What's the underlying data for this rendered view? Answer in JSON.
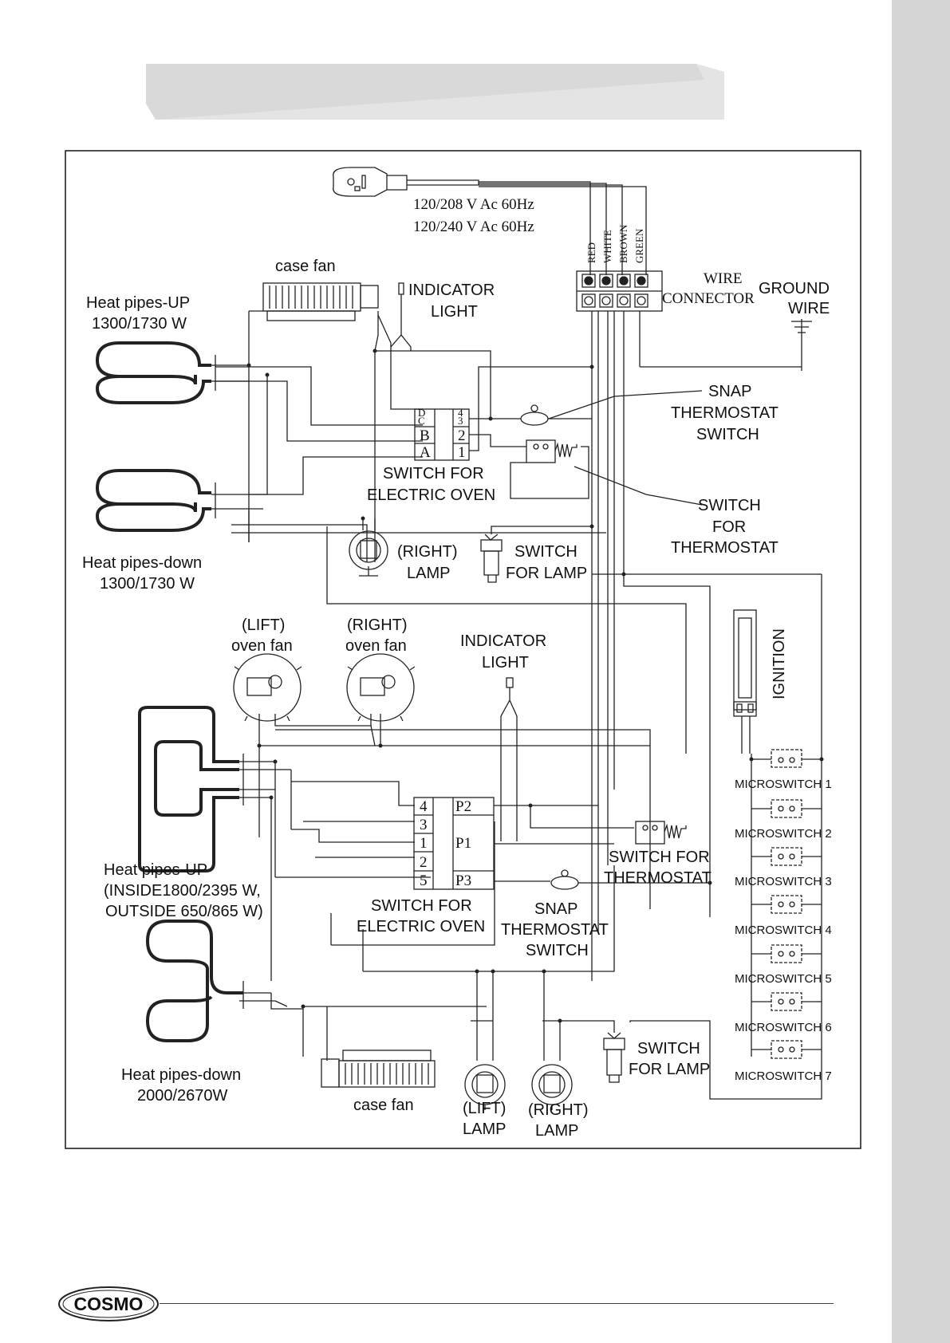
{
  "power": {
    "line1": "120/208 V Ac 60Hz",
    "line2": "120/240 V Ac 60Hz"
  },
  "wire_colors": [
    "RED",
    "WHITE",
    "BROWN",
    "GREEN"
  ],
  "labels": {
    "wire_connector_1": "WIRE",
    "wire_connector_2": "CONNECTOR",
    "ground_1": "GROUND",
    "ground_2": "WIRE",
    "case_fan_top": "case fan",
    "indicator_top_1": "INDICATOR",
    "indicator_top_2": "LIGHT",
    "heat_up_top_1": "Heat pipes-UP",
    "heat_up_top_2": "1300/1730 W",
    "heat_down_top_1": "Heat pipes-down",
    "heat_down_top_2": "1300/1730 W",
    "snap_top_1": "SNAP",
    "snap_top_2": "THERMOSTAT",
    "snap_top_3": "SWITCH",
    "switch_oven_top_1": "SWITCH FOR",
    "switch_oven_top_2": "ELECTRIC OVEN",
    "switch_thermo_top_1": "SWITCH",
    "switch_thermo_top_2": "FOR",
    "switch_thermo_top_3": "THERMOSTAT",
    "right_lamp_top_1": "(RIGHT)",
    "right_lamp_top_2": "LAMP",
    "switch_lamp_top_1": "SWITCH",
    "switch_lamp_top_2": "FOR LAMP",
    "lift_fan_1": "(LIFT)",
    "lift_fan_2": "oven fan",
    "right_fan_1": "(RIGHT)",
    "right_fan_2": "oven fan",
    "indicator_mid_1": "INDICATOR",
    "indicator_mid_2": "LIGHT",
    "ignition": "IGNITION",
    "heat_up_bot_1": "Heat pipes-UP",
    "heat_up_bot_2": "(INSIDE1800/2395 W,",
    "heat_up_bot_3": "OUTSIDE 650/865 W)",
    "switch_oven_bot_1": "SWITCH FOR",
    "switch_oven_bot_2": "ELECTRIC OVEN",
    "snap_bot_1": "SNAP",
    "snap_bot_2": "THERMOSTAT",
    "snap_bot_3": "SWITCH",
    "switch_thermo_bot_1": "SWITCH FOR",
    "switch_thermo_bot_2": "THERMOSTAT",
    "heat_down_bot_1": "Heat pipes-down",
    "heat_down_bot_2": "2000/2670W",
    "case_fan_bot": "case fan",
    "lift_lamp_1": "(LIFT)",
    "lift_lamp_2": "LAMP",
    "right_lamp_bot_1": "(RIGHT)",
    "right_lamp_bot_2": "LAMP",
    "switch_lamp_bot_1": "SWITCH",
    "switch_lamp_bot_2": "FOR LAMP"
  },
  "microswitches": [
    "MICROSWITCH 1",
    "MICROSWITCH 2",
    "MICROSWITCH 3",
    "MICROSWITCH 4",
    "MICROSWITCH 5",
    "MICROSWITCH 6",
    "MICROSWITCH 7"
  ],
  "switch_top_terminals": {
    "left": [
      "D",
      "C",
      "B",
      "A"
    ],
    "right": [
      "4",
      "3",
      "2",
      "1"
    ]
  },
  "switch_bot_terminals": {
    "left": [
      "4",
      "3",
      "1",
      "2",
      "5"
    ],
    "right": [
      "P2",
      "P1",
      "P3"
    ]
  },
  "logo": "COSMO"
}
